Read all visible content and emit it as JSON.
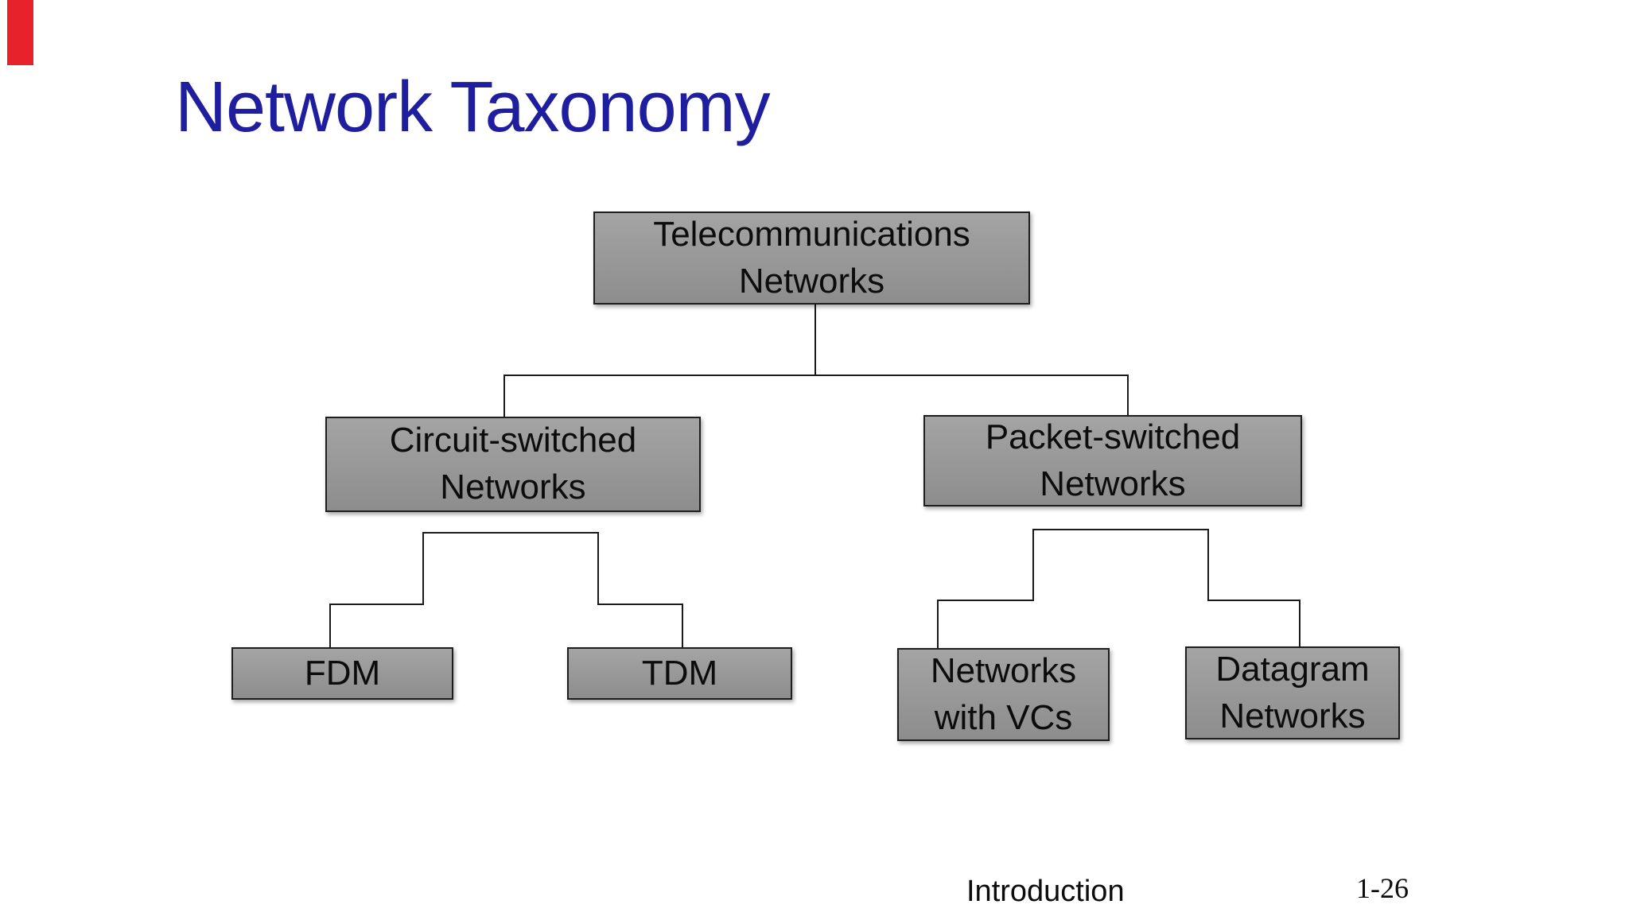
{
  "slide": {
    "title": "Network Taxonomy"
  },
  "colors": {
    "accent_red": "#e8222b",
    "title_blue": "#1e1e9e",
    "box_fill_top": "#a4a4a4",
    "box_fill_bottom": "#8d8d8d",
    "box_border": "#1e1e1e",
    "line": "#1a1a1a"
  },
  "diagram": {
    "nodes": {
      "telecom": {
        "label": "Telecommunications\nNetworks"
      },
      "circuit": {
        "label": "Circuit-switched\nNetworks"
      },
      "packet": {
        "label": "Packet-switched\nNetworks"
      },
      "fdm": {
        "label": "FDM"
      },
      "tdm": {
        "label": "TDM"
      },
      "vcs": {
        "label": "Networks\nwith VCs"
      },
      "datagram": {
        "label": "Datagram\nNetworks"
      }
    }
  },
  "footer": {
    "section": "Introduction",
    "page": "1-26"
  }
}
